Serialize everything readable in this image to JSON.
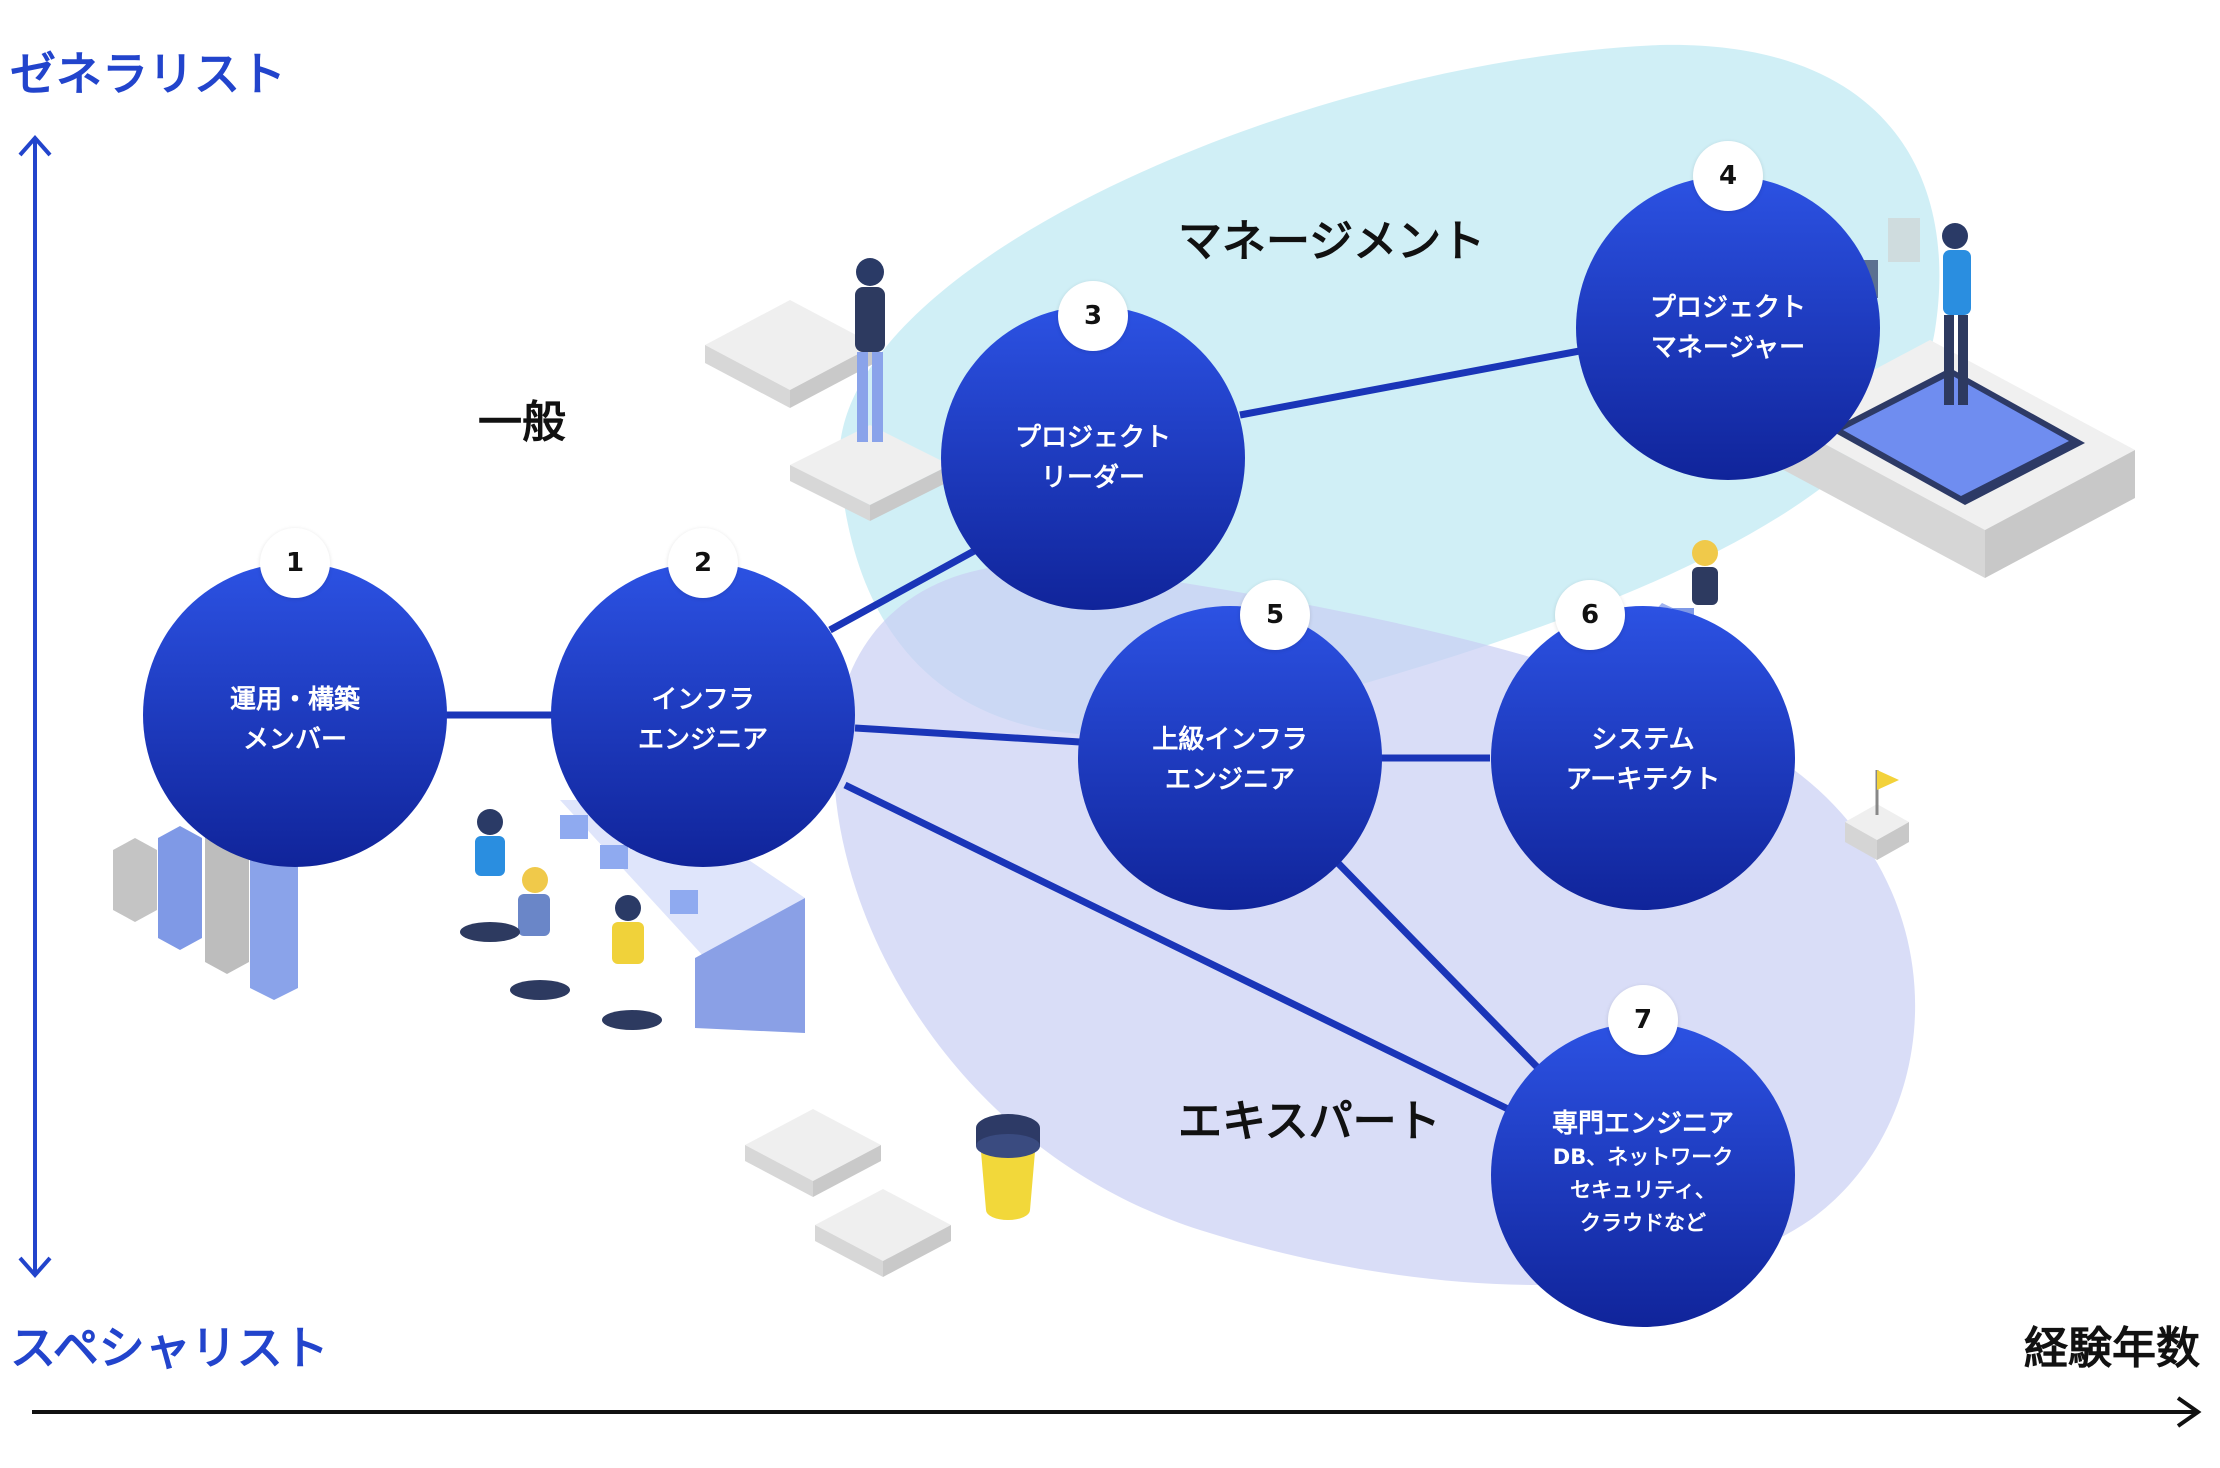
{
  "axes": {
    "y_top": "ゼネラリスト",
    "y_bottom": "スペシャリスト",
    "x_label": "経験年数"
  },
  "regions": {
    "management": "マネージメント",
    "general": "一般",
    "expert": "エキスパート"
  },
  "nodes": [
    {
      "num": "1",
      "lines": [
        "運用・構築",
        "メンバー"
      ]
    },
    {
      "num": "2",
      "lines": [
        "インフラ",
        "エンジニア"
      ]
    },
    {
      "num": "3",
      "lines": [
        "プロジェクト",
        "リーダー"
      ]
    },
    {
      "num": "4",
      "lines": [
        "プロジェクト",
        "マネージャー"
      ]
    },
    {
      "num": "5",
      "lines": [
        "上級インフラ",
        "エンジニア"
      ]
    },
    {
      "num": "6",
      "lines": [
        "システム",
        "アーキテクト"
      ]
    },
    {
      "num": "7",
      "lines": [
        "専門エンジニア",
        "DB、ネットワーク",
        "セキュリティ、",
        "クラウドなど"
      ]
    }
  ],
  "colors": {
    "axis_blue": "#2244cc",
    "node_top": "#2a4fe0",
    "node_bottom": "#11279a",
    "management_region": "#cdeef6",
    "expert_region": "#d6dbf5",
    "connector": "#1a35b8"
  }
}
